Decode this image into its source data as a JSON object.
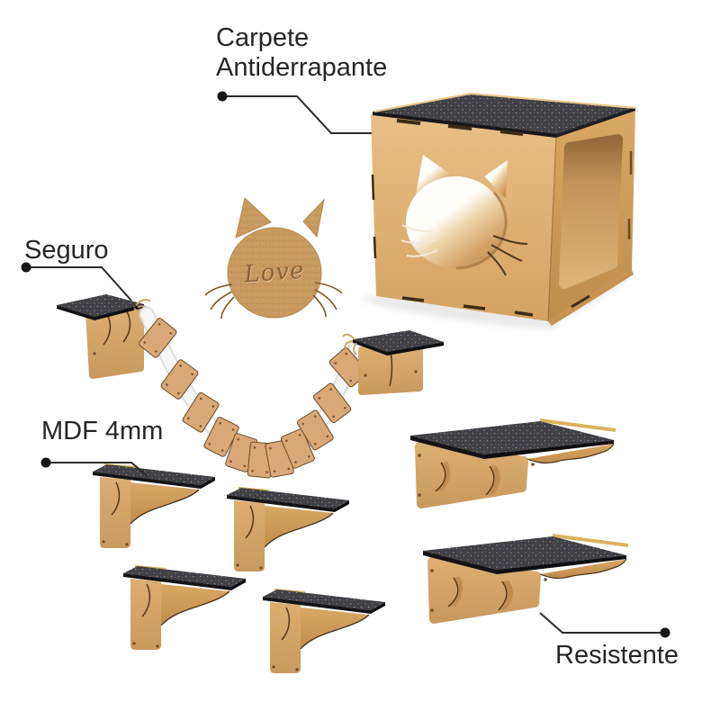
{
  "image": {
    "background": "#ffffff"
  },
  "colors": {
    "background": "#ffffff",
    "mdf": "#d9a96b",
    "mdf-light": "#d8a876",
    "mdf-dark": "#c2914f",
    "carpet": "#3f3f44",
    "carpet-edge": "#141417",
    "strap": "#f7f7f7",
    "strap-shadow": "#dddddd",
    "rope": "#c8a96b",
    "line": "#2b2b2b",
    "text": "#262626",
    "engraving": "#8a6136"
  },
  "callouts": {
    "carpete": {
      "line1": "Carpete",
      "line2": "Antiderrapante"
    },
    "seguro": {
      "text": "Seguro"
    },
    "mdf": {
      "text": "MDF 4mm"
    },
    "resistente": {
      "text": "Resistente"
    }
  },
  "plaque": {
    "engraving": "Love"
  },
  "bridge": {
    "slat_count": 11
  }
}
